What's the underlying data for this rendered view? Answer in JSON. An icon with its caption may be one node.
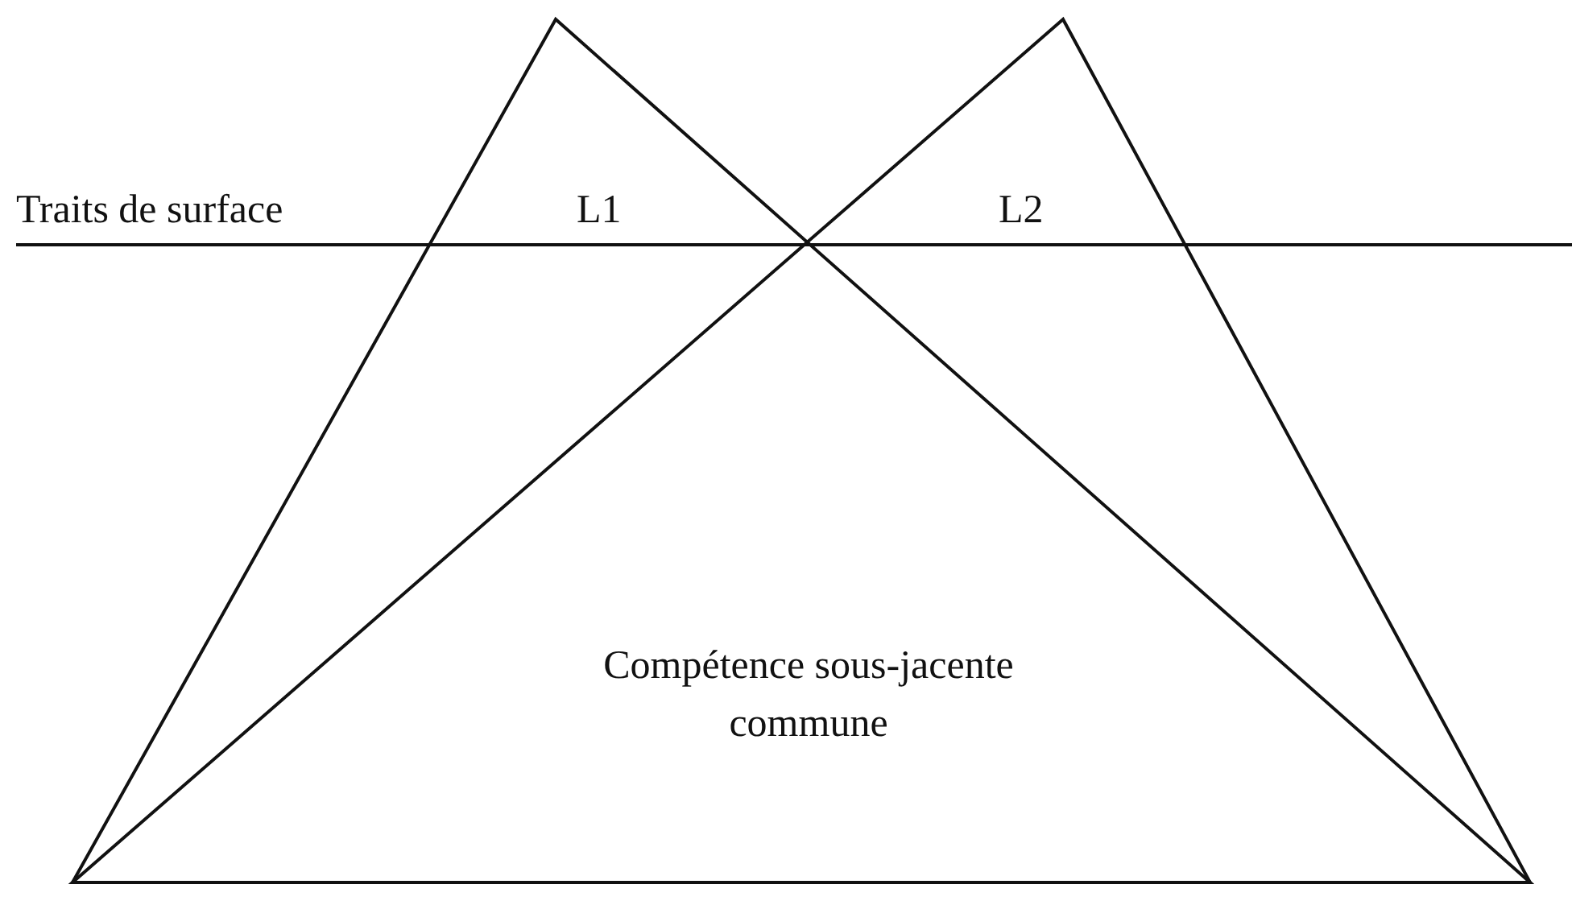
{
  "diagram": {
    "nodes": [
      {
        "text": [
          "L1"
        ]
      },
      {
        "text": [
          "L2"
        ]
      }
    ],
    "labels": [
      "Traits de surface",
      "Compétence sous-jacente commune"
    ]
  }
}
